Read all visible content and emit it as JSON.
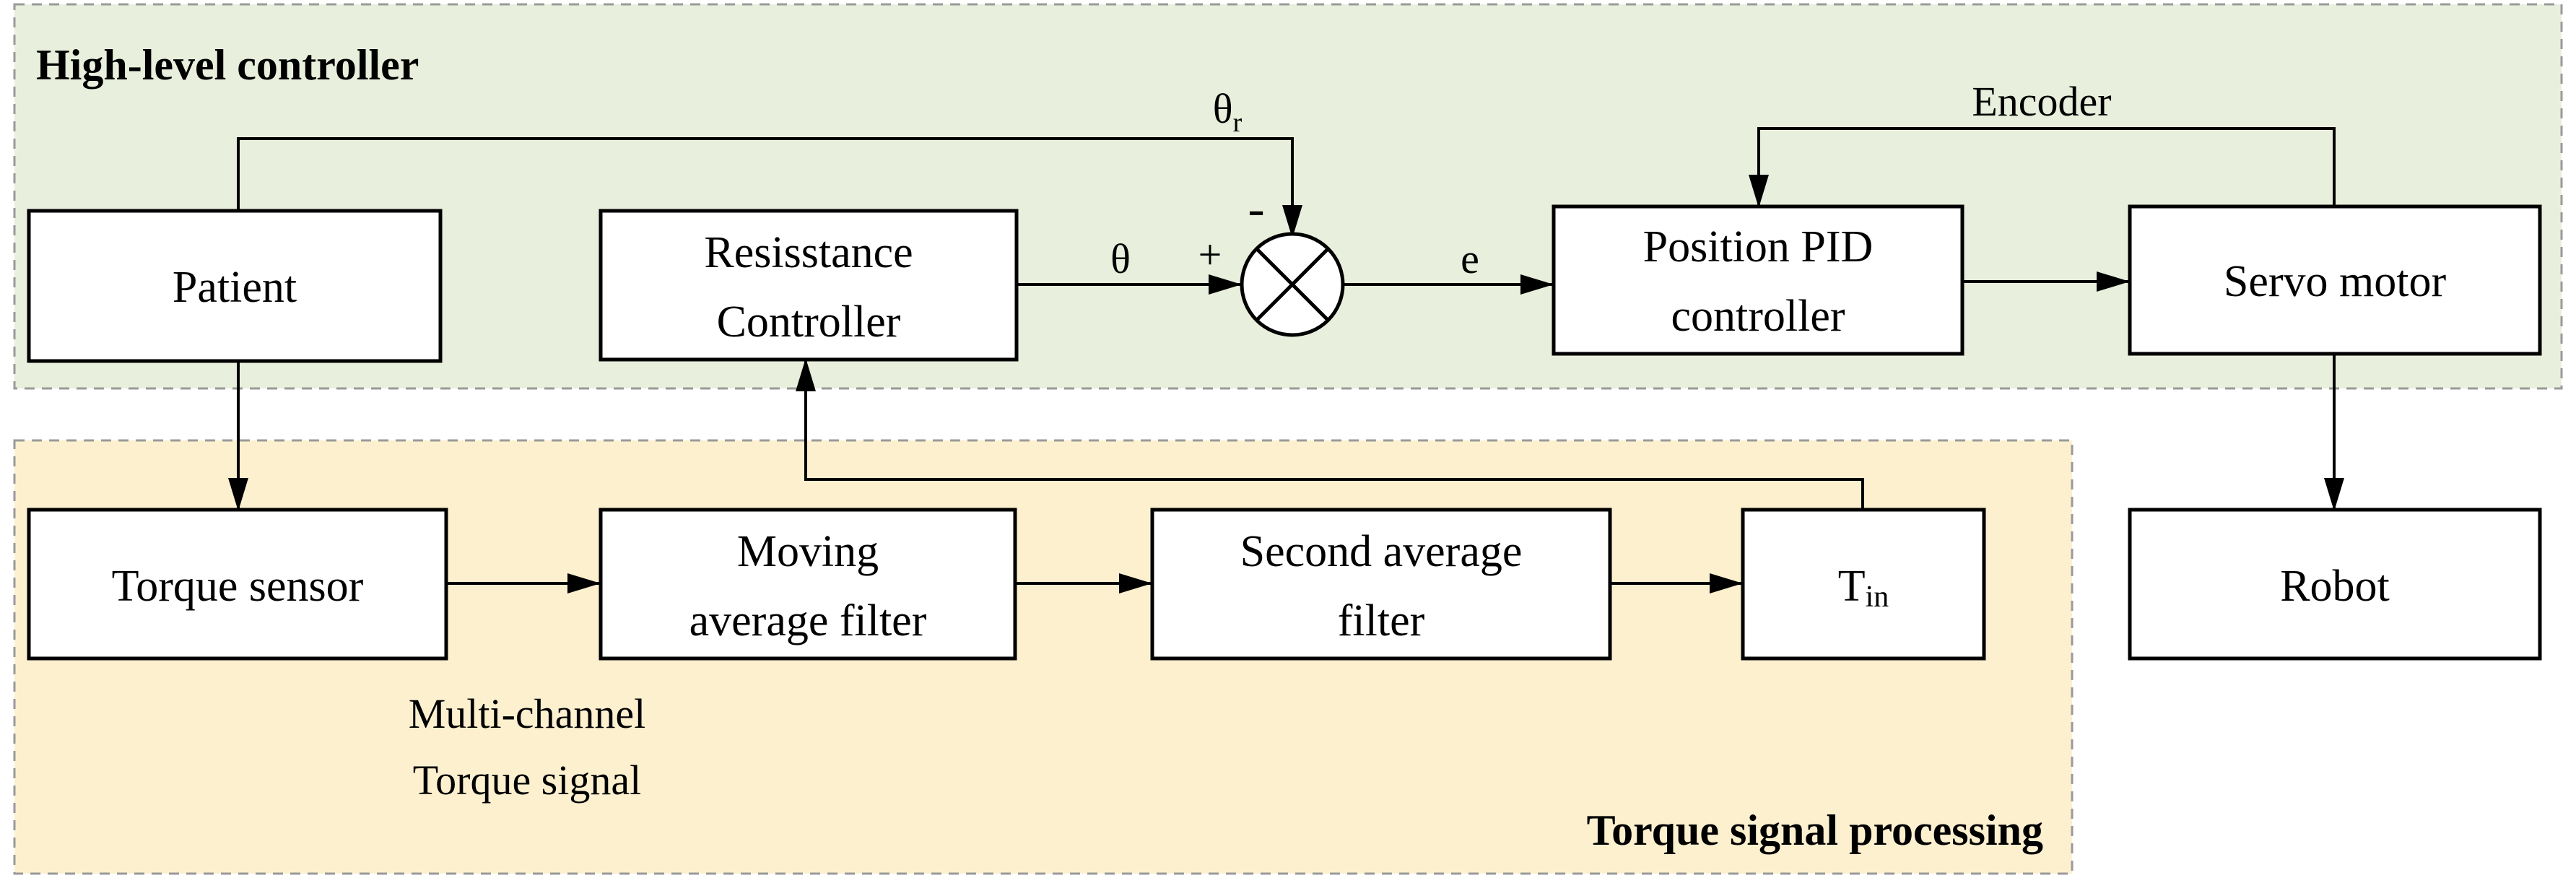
{
  "colors": {
    "high_level_fill": "#e8efdc",
    "torque_processing_fill": "#fdf0cf",
    "region_border": "#9a9a9a",
    "line": "#000000"
  },
  "regions": {
    "high_level": {
      "title": "High-level controller"
    },
    "torque_processing": {
      "title": "Torque signal processing"
    }
  },
  "blocks": {
    "patient": [
      "Patient"
    ],
    "resistance_controller": [
      "Resisstance",
      "Controller"
    ],
    "position_pid": [
      "Position PID",
      "controller"
    ],
    "servo_motor": [
      "Servo motor"
    ],
    "robot": [
      "Robot"
    ],
    "torque_sensor": [
      "Torque sensor"
    ],
    "moving_average": [
      "Moving",
      "average filter"
    ],
    "second_average": [
      "Second average",
      "filter"
    ],
    "t_in": {
      "main": "T",
      "sub": "in"
    }
  },
  "signals": {
    "theta_r": {
      "main": "θ",
      "sub": "r"
    },
    "theta": "θ",
    "error": "e",
    "encoder": "Encoder",
    "plus": "+",
    "minus": "-",
    "multichannel": [
      "Multi-channel",
      "Torque signal"
    ]
  },
  "icons": {
    "summing_junction": "summing-junction-icon"
  }
}
